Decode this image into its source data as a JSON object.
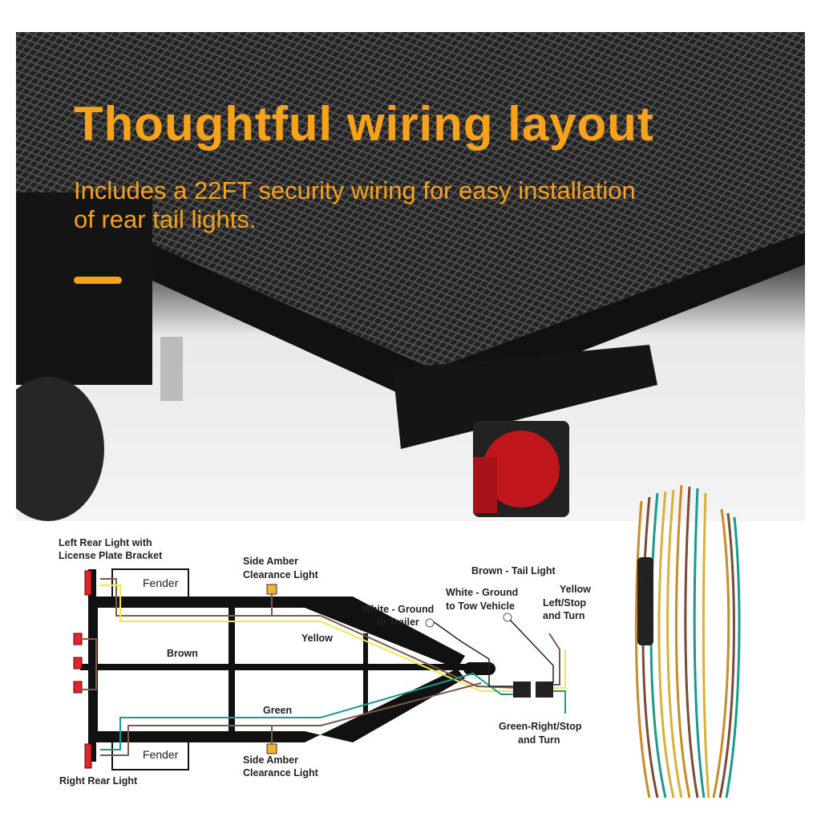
{
  "banner": {
    "headline": "Thoughtful wiring layout",
    "subtitle_line1": "Includes a 22FT security wiring for easy installation",
    "subtitle_line2": "of rear tail lights."
  },
  "diagram": {
    "left_rear_line1": "Left Rear Light with",
    "left_rear_line2": "License Plate Bracket",
    "fender_top": "Fender",
    "fender_bottom": "Fender",
    "side_amber_top_line1": "Side Amber",
    "side_amber_top_line2": "Clearance Light",
    "side_amber_bottom_line1": "Side Amber",
    "side_amber_bottom_line2": "Clearance Light",
    "brown": "Brown",
    "yellow": "Yellow",
    "green": "Green",
    "white_trailer_line1": "White - Ground",
    "white_trailer_line2": "to Trailer",
    "white_tow_line1": "White - Ground",
    "white_tow_line2": "to  Tow Vehicle",
    "brown_tail": "Brown - Tail Light",
    "yellow_left_line1": "Yellow",
    "yellow_left_line2": "Left/Stop",
    "yellow_left_line3": "and Turn",
    "green_right_line1": "Green-Right/Stop",
    "green_right_line2": "and Turn",
    "right_rear": "Right Rear Light"
  },
  "colors": {
    "accent": "#f7a21b",
    "brown": "#7a5a4a",
    "yellow": "#f2e84a",
    "green": "#1a9a8a"
  }
}
